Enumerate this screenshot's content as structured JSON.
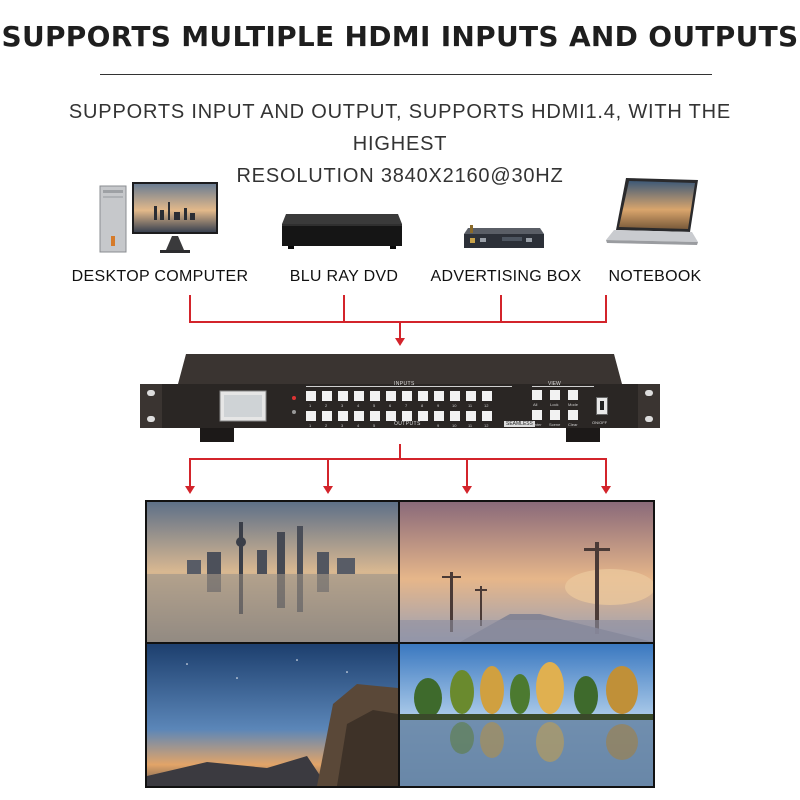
{
  "header": {
    "title": "SUPPORTS MULTIPLE HDMI INPUTS AND OUTPUTS",
    "subtitle_line1": "SUPPORTS INPUT AND OUTPUT, SUPPORTS HDMI1.4, WITH THE HIGHEST",
    "subtitle_line2": "RESOLUTION 3840X2160@30HZ"
  },
  "devices": [
    {
      "label": "DESKTOP COMPUTER",
      "icon": "desktop-computer-icon"
    },
    {
      "label": "BLU RAY DVD",
      "icon": "blu-ray-player-icon"
    },
    {
      "label": "ADVERTISING BOX",
      "icon": "advertising-box-icon"
    },
    {
      "label": "NOTEBOOK",
      "icon": "notebook-icon"
    }
  ],
  "matrix": {
    "input_label": "INPUTS",
    "output_label": "OUTPUTS",
    "view_label": "VIEW",
    "seamless_label": "SEAMLESS",
    "power_label": "ON/OFF",
    "input_keys": [
      "1",
      "2",
      "3",
      "4",
      "5",
      "6",
      "7",
      "8",
      "9",
      "10",
      "11",
      "12"
    ],
    "output_keys": [
      "1",
      "2",
      "3",
      "4",
      "5",
      "6",
      "7",
      "8",
      "9",
      "10",
      "11",
      "12"
    ],
    "side_keys_top": [
      "All",
      "Lock",
      "Mode"
    ],
    "side_keys_bottom": [
      "Enter",
      "Scene",
      "Clear"
    ]
  },
  "colors": {
    "accent": "#d3242b",
    "device": "#2a2624"
  }
}
